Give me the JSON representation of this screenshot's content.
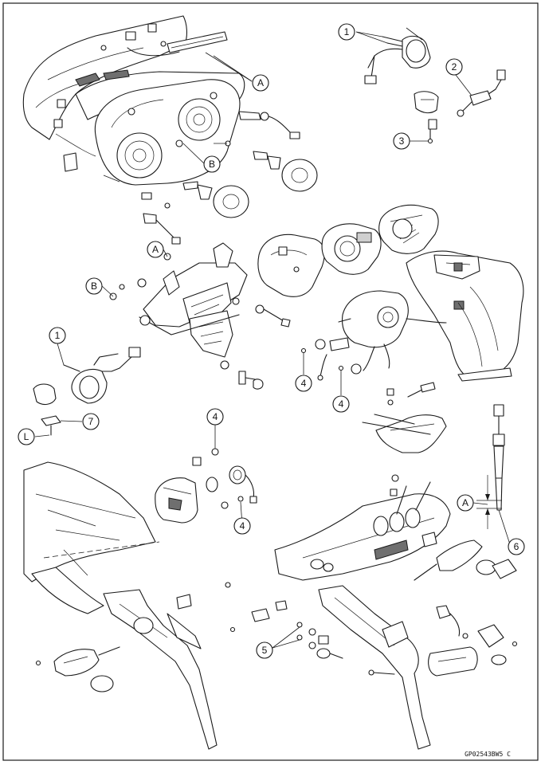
{
  "callouts": {
    "c1_top": "1",
    "c2": "2",
    "c3": "3",
    "cA_top": "A",
    "cB_top": "B",
    "cA_mid": "A",
    "cB_mid": "B",
    "c1_left": "1",
    "c7": "7",
    "cL": "L",
    "c4_a": "4",
    "c4_b": "4",
    "c4_c": "4",
    "c4_d": "4",
    "c5": "5",
    "cA_dim": "A",
    "c6": "6"
  },
  "document_code": "GP02543BW5 C"
}
